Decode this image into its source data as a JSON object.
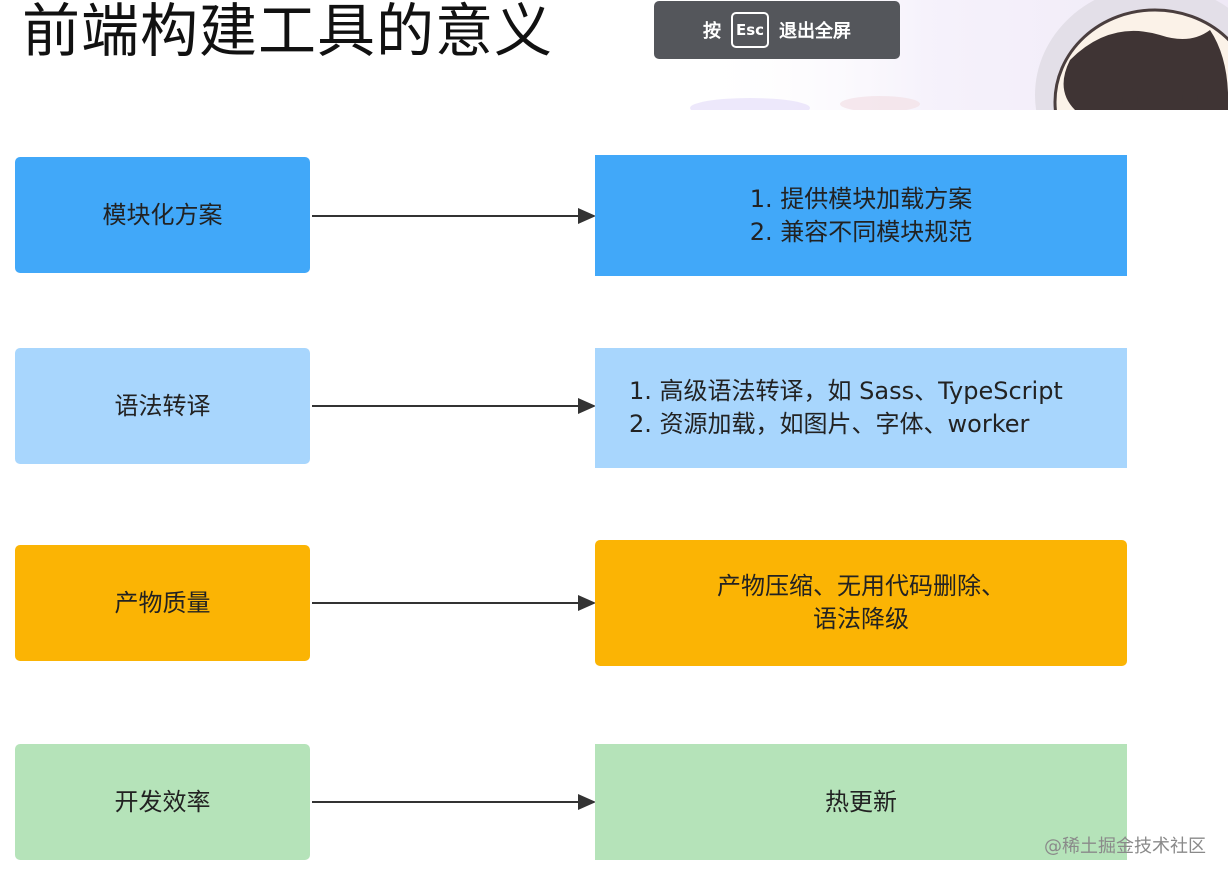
{
  "title": "前端构建工具的意义",
  "esc_banner": {
    "prefix": "按",
    "key": "Esc",
    "suffix": "退出全屏"
  },
  "rows": [
    {
      "label": "模块化方案",
      "detail": [
        "1. 提供模块加载方案",
        "2. 兼容不同模块规范"
      ],
      "color": "#41a8f9"
    },
    {
      "label": "语法转译",
      "detail": [
        "1. 高级语法转译，如 Sass、TypeScript",
        "2. 资源加载，如图片、字体、worker"
      ],
      "color": "#a8d6fd"
    },
    {
      "label": "产物质量",
      "detail": [
        "产物压缩、无用代码删除、",
        "语法降级"
      ],
      "color": "#fbb404"
    },
    {
      "label": "开发效率",
      "detail": [
        "热更新"
      ],
      "color": "#b5e3b9"
    }
  ],
  "watermark": "@稀土掘金技术社区"
}
